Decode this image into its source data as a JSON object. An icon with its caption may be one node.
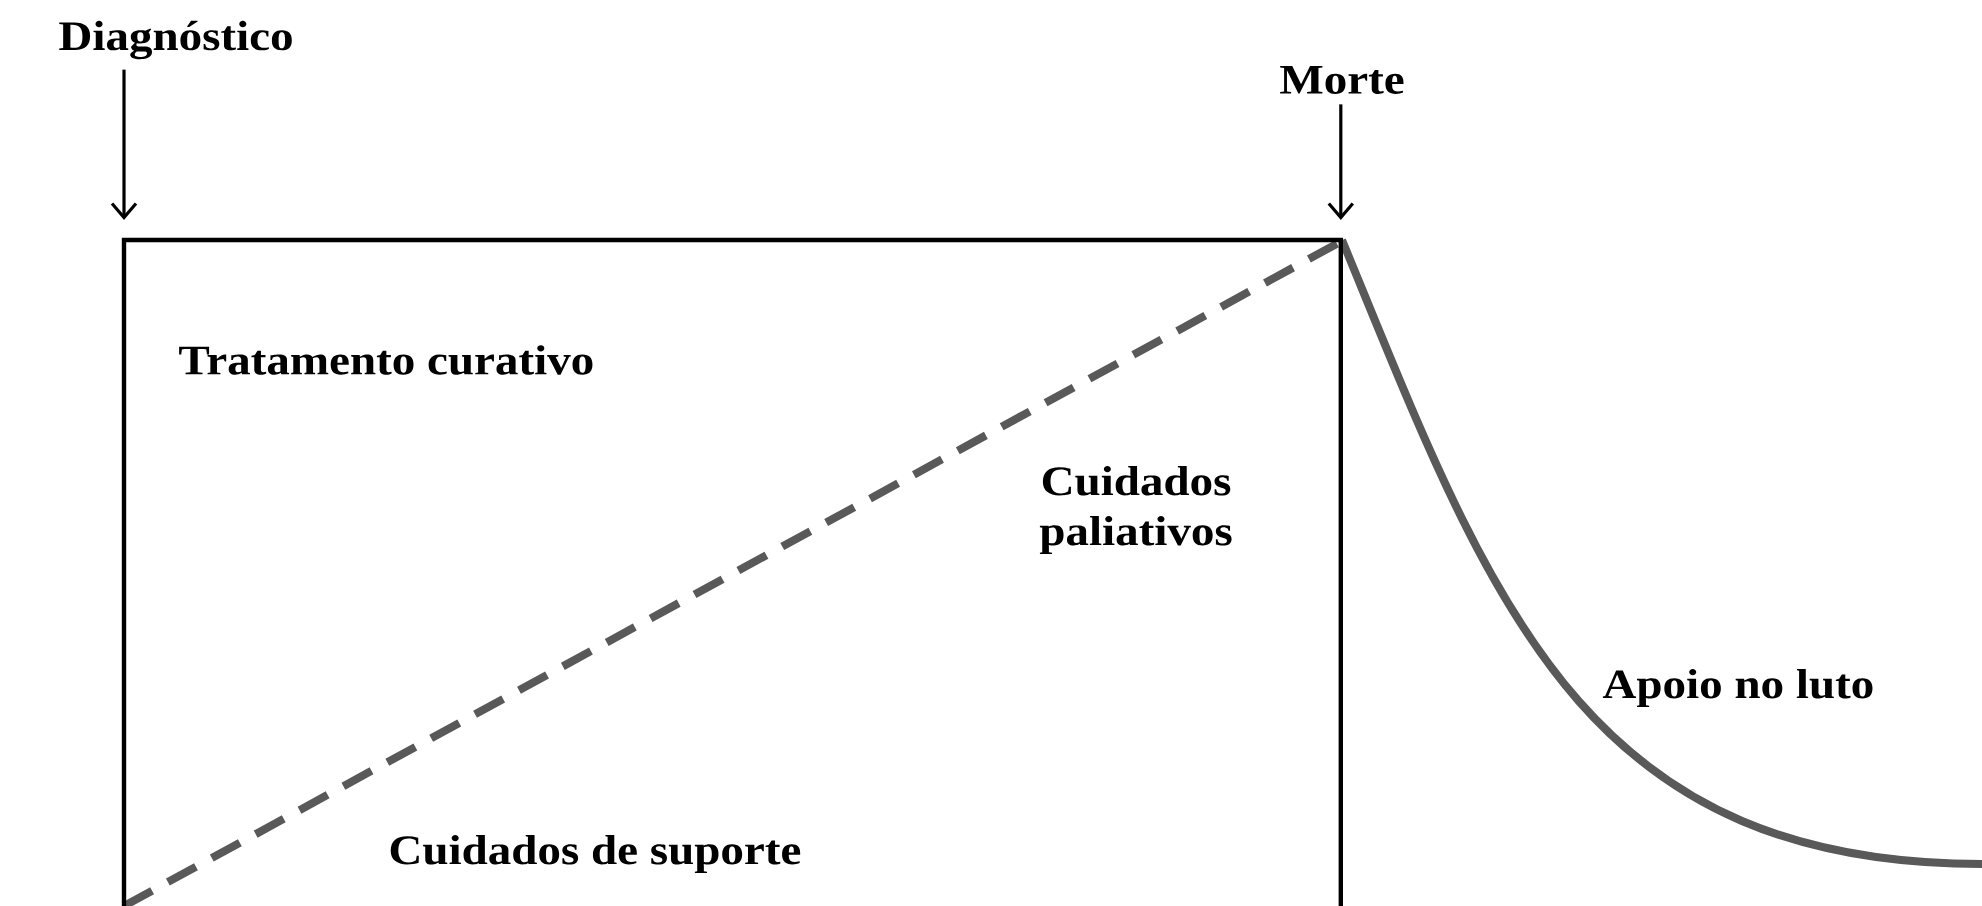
{
  "diagram": {
    "nodes": [
      {
        "text": [
          "Diagnóstico"
        ]
      },
      {
        "text": [
          "Morte"
        ]
      },
      {
        "text": [],
        "shape": "box"
      }
    ],
    "edges": [
      {
        "from": 0,
        "to": 2,
        "arrow": "to"
      },
      {
        "from": 1,
        "to": 2,
        "arrow": "to"
      }
    ],
    "labels": [
      "Tratamento curativo",
      "Cuidados paliativos",
      "Cuidados de suporte",
      "Apoio no luto"
    ]
  }
}
